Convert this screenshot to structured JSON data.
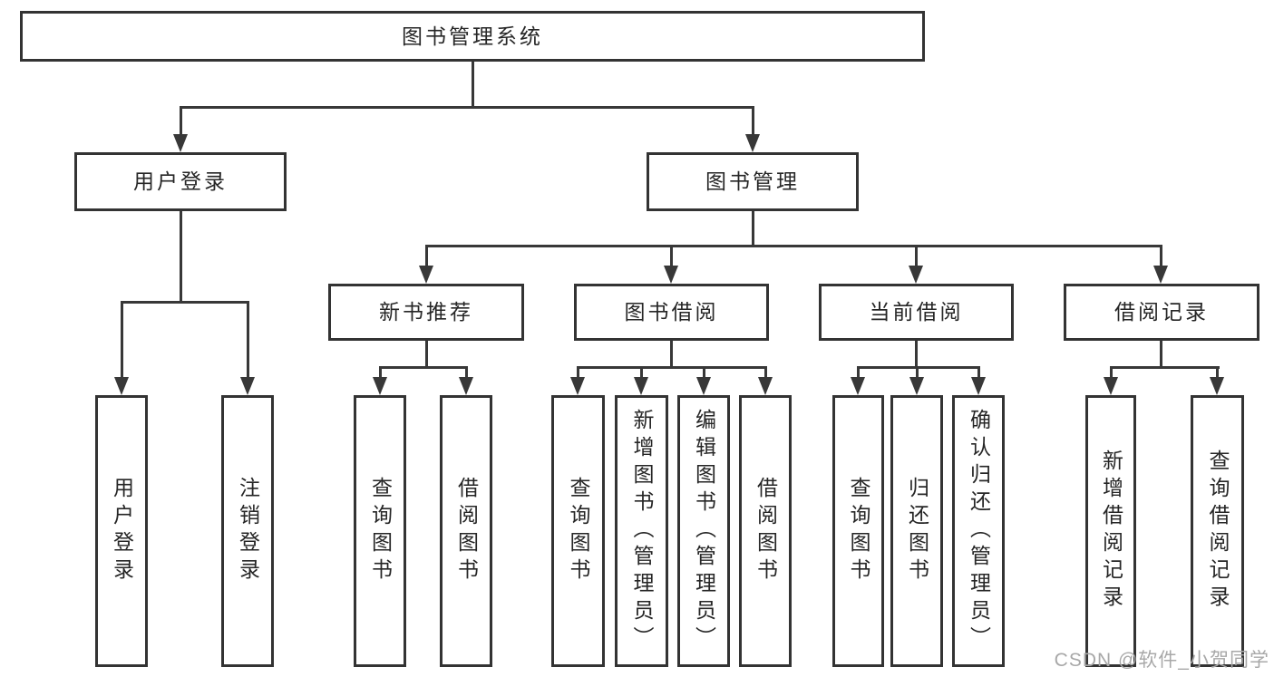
{
  "diagram": {
    "root": {
      "label": "图书管理系统"
    },
    "level2": {
      "user_login": {
        "label": "用户登录"
      },
      "book_management": {
        "label": "图书管理"
      }
    },
    "level3": {
      "new_books": {
        "label": "新书推荐"
      },
      "borrow": {
        "label": "图书借阅"
      },
      "current": {
        "label": "当前借阅"
      },
      "records": {
        "label": "借阅记录"
      }
    },
    "leaves": {
      "user_login": [
        "用户登录",
        "注销登录"
      ],
      "new_books": [
        "查询图书",
        "借阅图书"
      ],
      "borrow": [
        "查询图书",
        "新增图书（管理员）",
        "编辑图书（管理员）",
        "借阅图书"
      ],
      "current": [
        "查询图书",
        "归还图书",
        "确认归还（管理员）"
      ],
      "records": [
        "新增借阅记录",
        "查询借阅记录"
      ]
    }
  },
  "watermark": {
    "text": "CSDN @软件_小贺同学"
  },
  "colors": {
    "line": "#383838",
    "border": "#333333",
    "text": "#262626",
    "background": "#ffffff",
    "watermark": "#a8a8a8"
  }
}
